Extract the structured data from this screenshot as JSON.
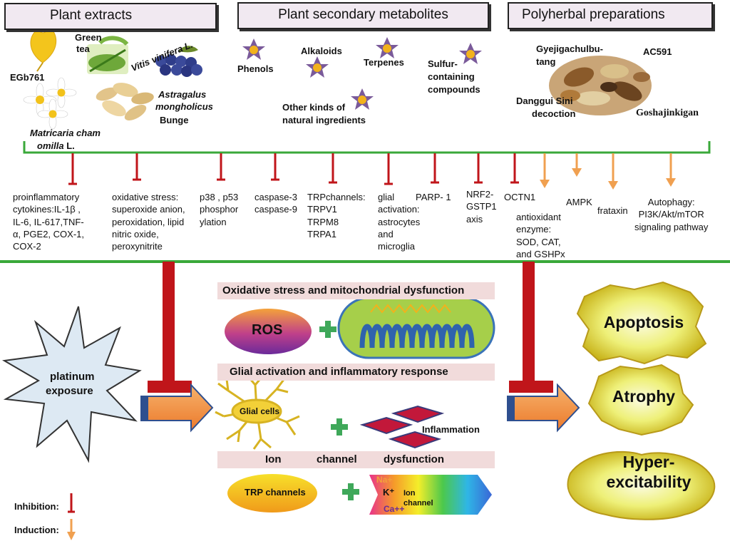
{
  "headers": {
    "plant_extracts": "Plant   extracts",
    "secondary_metabolites": "Plant  secondary  metabolites",
    "polyherbal": "Polyherbal preparations"
  },
  "plant_extracts": {
    "egb761": "EGb761",
    "green_tea_1": "Green",
    "green_tea_2": "tea",
    "vitis": "Vitis vinifera L.",
    "astragalus_1": "Astragalus",
    "astragalus_2": "mongholicus",
    "astragalus_3": "Bunge",
    "matricaria_1": "Matricaria cham",
    "matricaria_2": "omilla",
    "matricaria_3": "L."
  },
  "metabolites": {
    "phenols": "Phenols",
    "alkaloids": "Alkaloids",
    "terpenes": "Terpenes",
    "sulfur_1": "Sulfur-",
    "sulfur_2": "containing",
    "sulfur_3": "compounds",
    "other_1": "Other kinds of",
    "other_2": "natural ingredients"
  },
  "polyherbal": {
    "gyejigachulbu_1": "Gyejigachulbu-",
    "gyejigachulbu_2": "tang",
    "ac591": "AC591",
    "danggui_1": "Danggui Sini",
    "danggui_2": "decoction",
    "goshajinkigan": "Goshajinkigan"
  },
  "effects": {
    "cytokines": "proinflammatory\ncytokines:IL-1β ,\nIL-6, IL-617,TNF-\nα, PGE2, COX-1,\nCOX-2",
    "oxidative": "oxidative stress:\nsuperoxide anion,\nperoxidation, lipid\nnitric oxide,\nperoxynitrite",
    "p38": "p38 , p53\nphosphor\nylation",
    "caspase": "caspase-3\ncaspase-9",
    "trp": "TRPchannels:\nTRPV1\nTRPM8\nTRPA1",
    "glial": "glial\nactivation:\nastrocytes\nand\nmicroglia",
    "parp": "PARP- 1",
    "nrf2": "NRF2-\nGSTP1\naxis",
    "octn1": "OCTN1",
    "antioxidant": "antioxidant\nenzyme:\nSOD, CAT,\nand GSHPx",
    "ampk": "AMPK",
    "frataxin": "frataxin",
    "autophagy": "Autophagy:\nPI3K/Akt/mTOR\nsignaling pathway"
  },
  "center": {
    "oxidative_title": "Oxidative stress and mitochondrial dysfunction",
    "ros": "ROS",
    "glial_title": "Glial activation and inflammatory response",
    "glial_cells": "Glial cells",
    "inflammation": "Inflammation",
    "ion_1": "Ion",
    "ion_2": "channel",
    "ion_3": "dysfunction",
    "trp_channels": "TRP channels",
    "na": "Na+",
    "k": "K⁺",
    "ion_channel_1": "Ion",
    "ion_channel_2": "channel",
    "ca": "Ca++"
  },
  "exposure": {
    "line1": "platinum",
    "line2": "exposure"
  },
  "outcomes": {
    "apoptosis": "Apoptosis",
    "atrophy": "Atrophy",
    "hyper_1": "Hyper-",
    "hyper_2": "excitability"
  },
  "legend": {
    "inhibition": "Inhibition:",
    "induction": "Induction:"
  },
  "colors": {
    "inhibition": "#c0151a",
    "induction": "#f0a050",
    "bracket": "#3aa83a",
    "header_fill": "#f1e9f1",
    "band_fill": "#f1dbdb",
    "arrow_fill": "#f08a3c",
    "arrow_edge": "#2e4f8f",
    "outcome_fill": "#eef07a",
    "flower_petal": "#7a5a9a",
    "flower_center": "#f2b21c"
  }
}
